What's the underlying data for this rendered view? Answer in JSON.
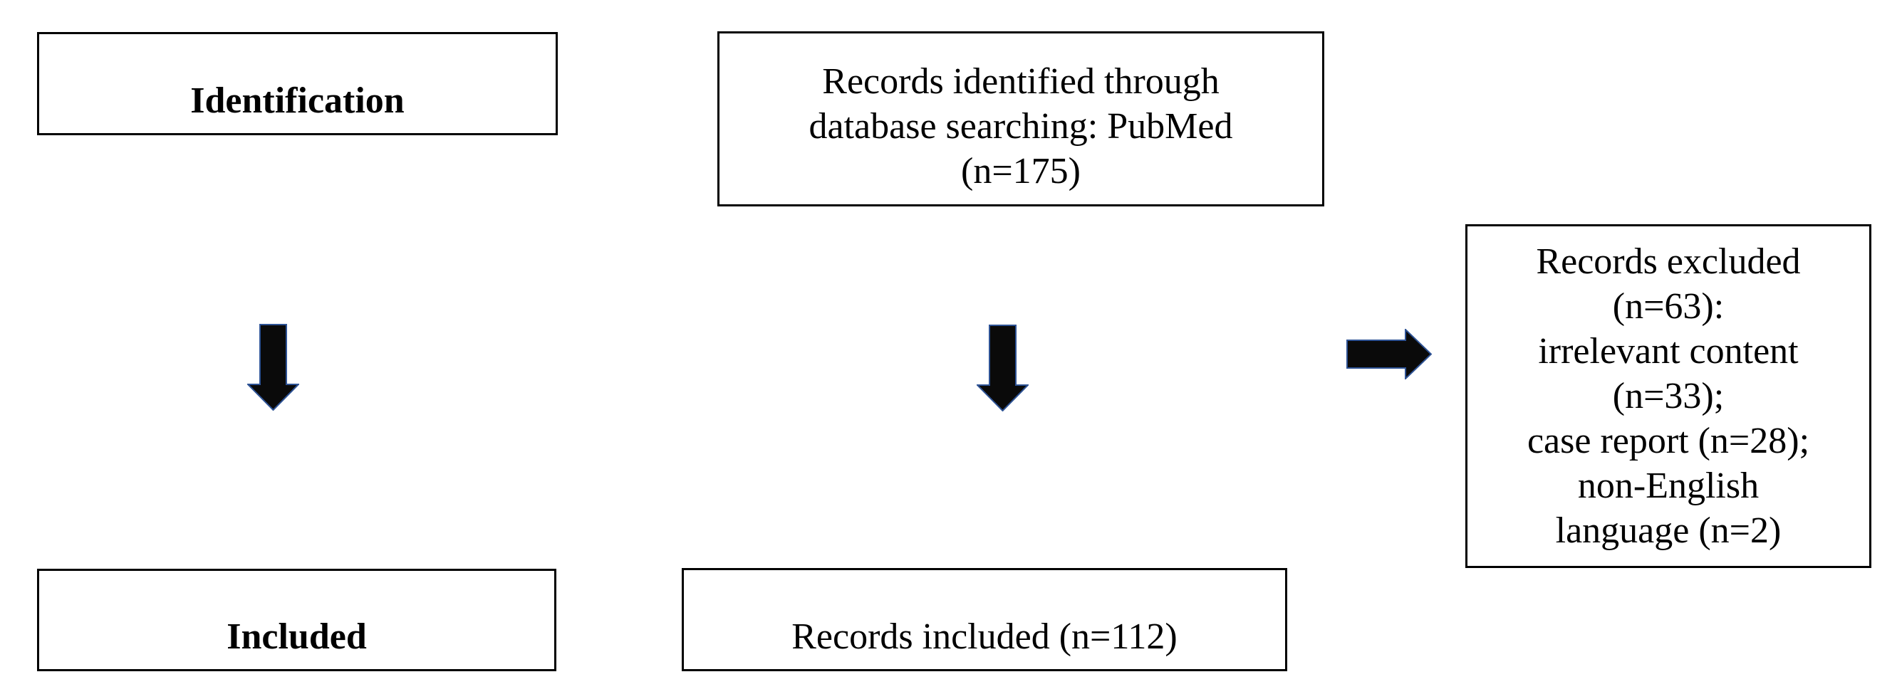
{
  "colors": {
    "background": "#ffffff",
    "box_fill": "#ffffff",
    "box_border": "#000000",
    "text": "#000000",
    "arrow_fill": "#0a0a0a",
    "arrow_outline": "#2e5395"
  },
  "flowchart": {
    "stage_labels": {
      "identification": "Identification",
      "included": "Included"
    },
    "boxes": {
      "records_identified": {
        "lines": [
          "Records identified through",
          "database searching: PubMed",
          "(n=175)"
        ]
      },
      "records_excluded": {
        "lines": [
          "Records excluded",
          "(n=63):",
          "irrelevant content",
          "(n=33);",
          "case report (n=28);",
          "non-English",
          "language (n=2)"
        ]
      },
      "records_included": {
        "label": "Records included (n=112)"
      }
    },
    "icons": {
      "down_arrow_identification": "down-arrow",
      "down_arrow_records": "down-arrow",
      "right_arrow_excluded": "right-arrow"
    }
  }
}
